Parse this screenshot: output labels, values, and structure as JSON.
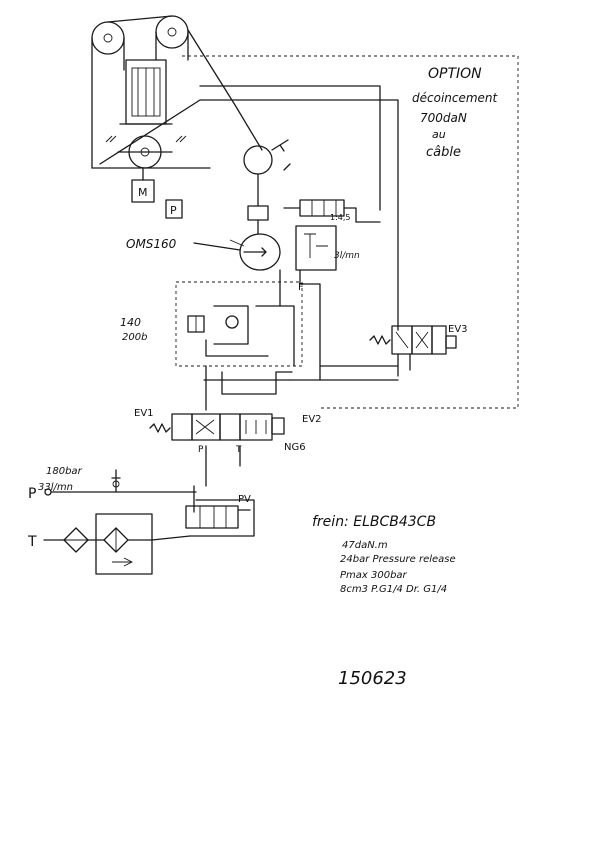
{
  "option_note": {
    "title": "OPTION",
    "line1": "décoincement",
    "line2": "700daN",
    "line3": "au",
    "line4": "câble"
  },
  "labels": {
    "motor": "M",
    "pump_pressure": "P",
    "motor_model": "OMS160",
    "valve_ratio": "1:4,5",
    "restrictor_flow": "3l/mn",
    "block_mark": "F",
    "pressure_top": "140",
    "pressure_bottom": "200b",
    "ev3": "EV3",
    "ev1": "EV1",
    "ev2": "EV2",
    "ng6": "NG6",
    "port_p_valve": "P",
    "port_t_valve": "T",
    "supply_pressure": "180bar",
    "supply_flow": "33l/mn",
    "port_p": "P",
    "port_t": "T",
    "pv": "PV"
  },
  "brake_note": {
    "title": "frein: ELBCB43CB",
    "line1": "47daN.m",
    "line2": "24bar  Pressure release",
    "line3": "Pmax 300bar",
    "line4": "8cm3   P.G1/4    Dr. G1/4"
  },
  "document_number": "150623"
}
